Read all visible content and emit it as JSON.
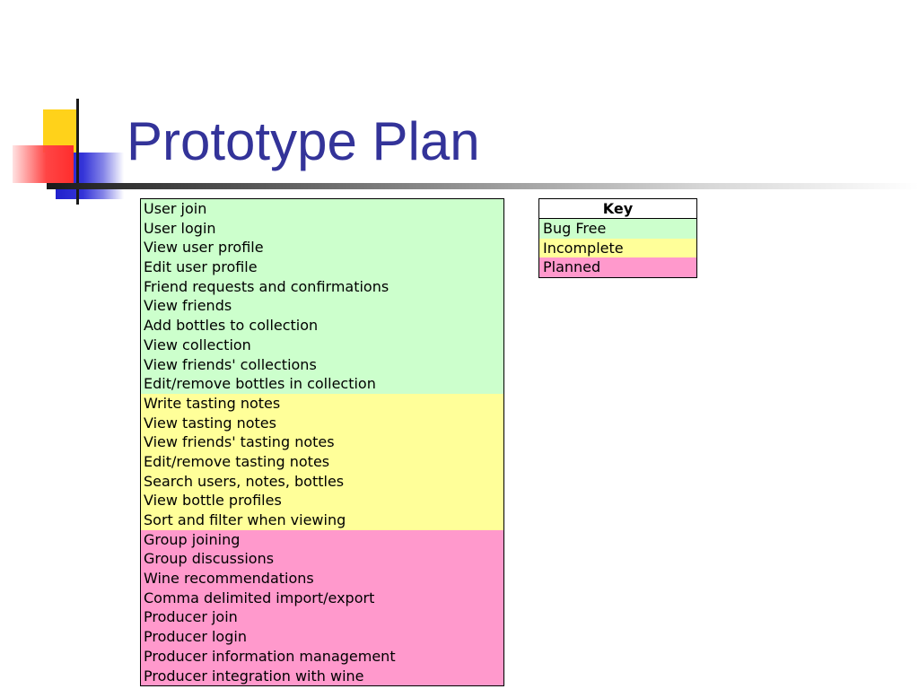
{
  "slide": {
    "title": "Prototype Plan"
  },
  "colors": {
    "title": "#333399",
    "bug_free": "#ccffcc",
    "incomplete": "#ffff99",
    "planned": "#ff99cc"
  },
  "features": [
    {
      "label": "User join",
      "status": "bug_free"
    },
    {
      "label": "User login",
      "status": "bug_free"
    },
    {
      "label": "View user profile",
      "status": "bug_free"
    },
    {
      "label": "Edit user profile",
      "status": "bug_free"
    },
    {
      "label": "Friend requests and confirmations",
      "status": "bug_free"
    },
    {
      "label": "View friends",
      "status": "bug_free"
    },
    {
      "label": "Add bottles to collection",
      "status": "bug_free"
    },
    {
      "label": "View collection",
      "status": "bug_free"
    },
    {
      "label": "View friends' collections",
      "status": "bug_free"
    },
    {
      "label": "Edit/remove bottles in collection",
      "status": "bug_free"
    },
    {
      "label": "Write tasting notes",
      "status": "incomplete"
    },
    {
      "label": "View tasting notes",
      "status": "incomplete"
    },
    {
      "label": "View friends' tasting notes",
      "status": "incomplete"
    },
    {
      "label": "Edit/remove tasting notes",
      "status": "incomplete"
    },
    {
      "label": "Search users, notes, bottles",
      "status": "incomplete"
    },
    {
      "label": "View bottle profiles",
      "status": "incomplete"
    },
    {
      "label": "Sort and filter when viewing",
      "status": "incomplete"
    },
    {
      "label": "Group joining",
      "status": "planned"
    },
    {
      "label": "Group discussions",
      "status": "planned"
    },
    {
      "label": "Wine recommendations",
      "status": "planned"
    },
    {
      "label": "Comma delimited import/export",
      "status": "planned"
    },
    {
      "label": "Producer join",
      "status": "planned"
    },
    {
      "label": "Producer login",
      "status": "planned"
    },
    {
      "label": "Producer information management",
      "status": "planned"
    },
    {
      "label": "Producer integration with wine",
      "status": "planned"
    }
  ],
  "key": {
    "header": "Key",
    "bug_free": "Bug Free",
    "incomplete": "Incomplete",
    "planned": "Planned"
  }
}
